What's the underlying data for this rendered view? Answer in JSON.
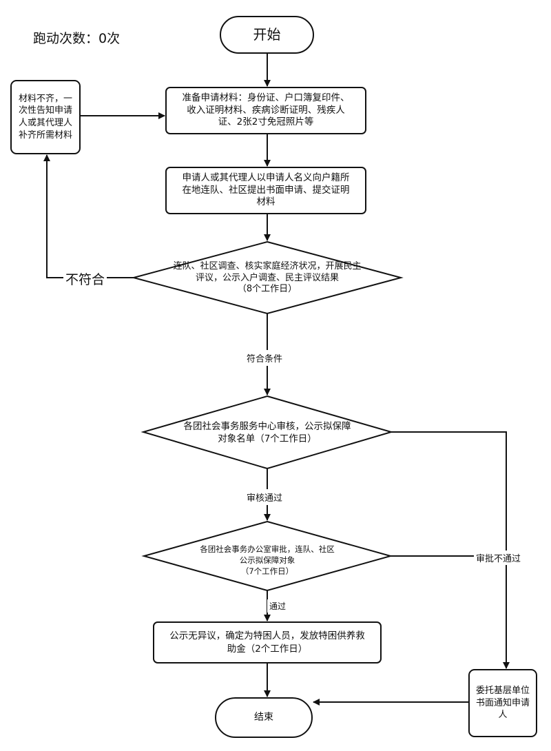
{
  "counter": "跑动次数：0次",
  "nodes": {
    "start": "开始",
    "prepare": "准备申请材料：身份证、户口簿复印件、\n收入证明材料、疾病诊断证明、残疾人\n证、2张2寸免冠照片等",
    "incomplete": "材料不齐，一\n次性告知申请\n人或其代理人\n补齐所需材料",
    "apply": "申请人或其代理人以申请人名义向户籍所\n在地连队、社区提出书面申请、提交证明\n材料",
    "investigate": "连队、社区调查、核实家庭经济状况，开展民主\n评议，公示入户调查、民主评议结果\n（8个工作日）",
    "review": "各团社会事务服务中心审核，公示拟保障\n对象名单（7个工作日）",
    "approve": "各团社会事务办公室审批，连队、社区\n公示拟保障对象\n（7个工作日）",
    "grant": "公示无异议，确定为特困人员，发放特困供养救\n助金（2个工作日）",
    "notify": "委托基层单位\n书面通知申请\n人",
    "end": "结束"
  },
  "edge_labels": {
    "not_eligible": "不符合",
    "eligible": "符合条件",
    "review_passed": "审核通过",
    "approval_failed": "审批不通过",
    "passed": "通过"
  }
}
